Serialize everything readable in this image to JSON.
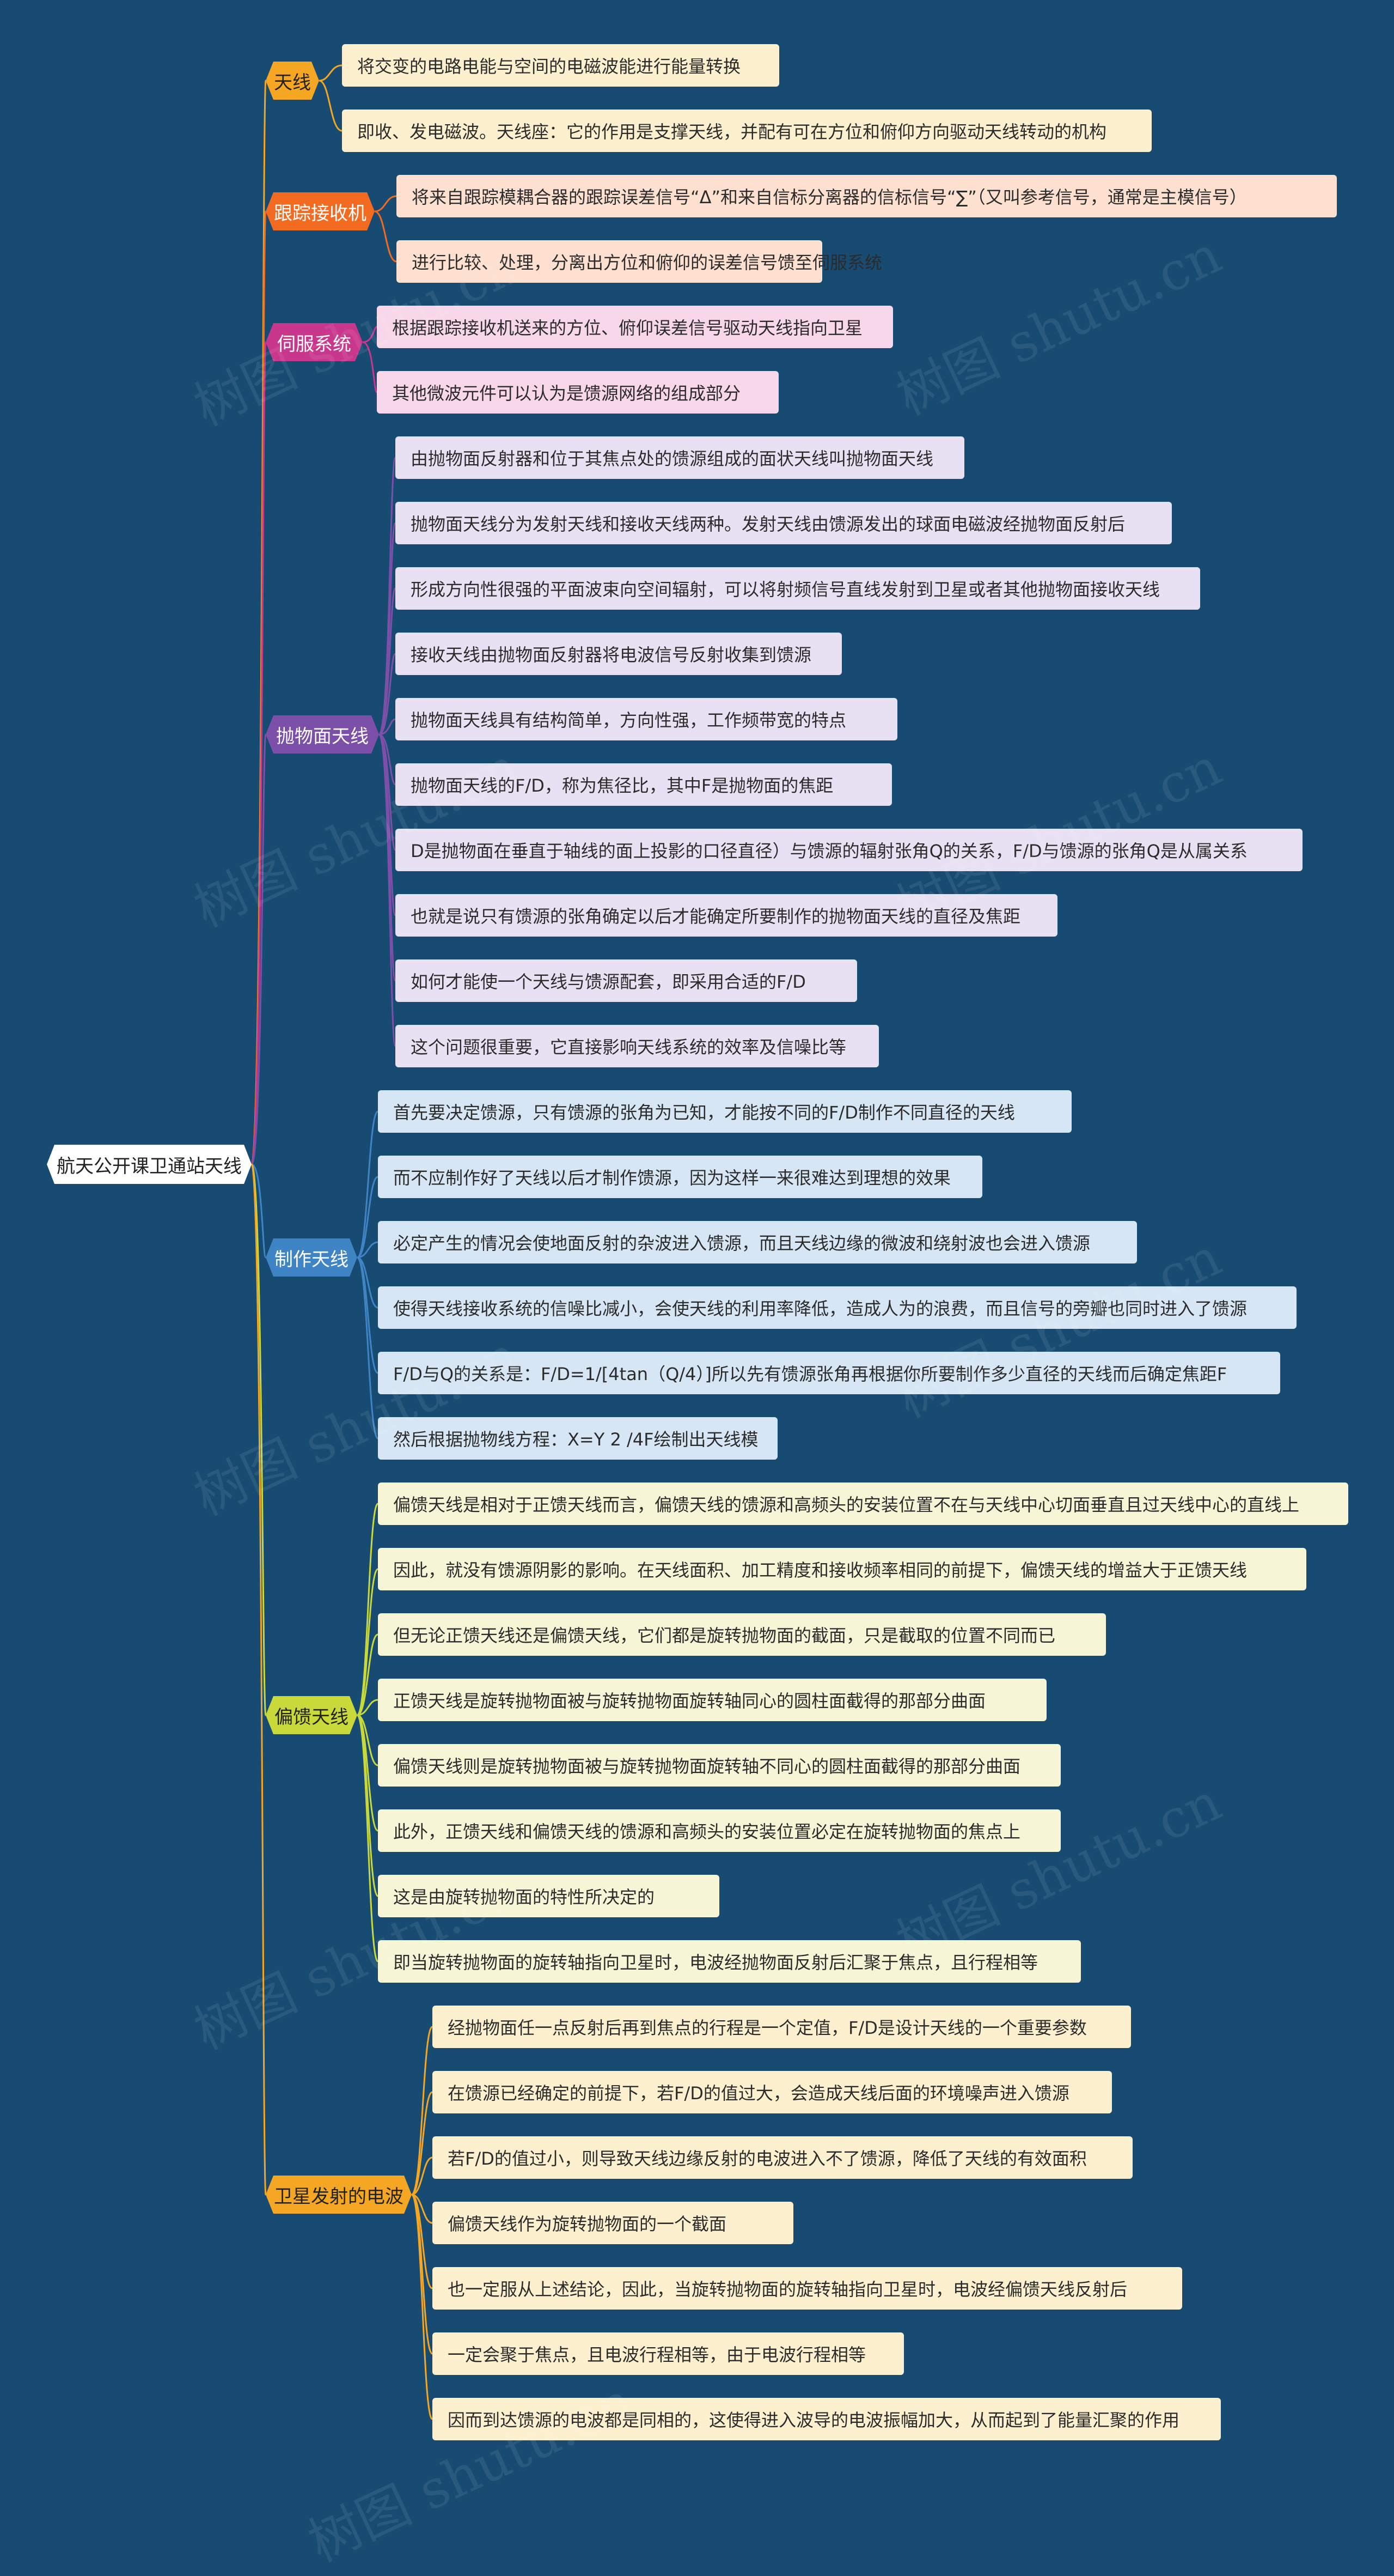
{
  "title": "航天公开课卫通站天线",
  "watermark": "树图 shutu.cn",
  "branches": [
    {
      "label": "天线",
      "color": "#f5a623",
      "textColor": "#222",
      "leafBg": "#fdf0cf",
      "leaves": [
        "将交变的电路电能与空间的电磁波能进行能量转换",
        "即收、发电磁波。天线座：它的作用是支撑天线，并配有可在方位和俯仰方向驱动天线转动的机构"
      ]
    },
    {
      "label": "跟踪接收机",
      "color": "#f26b21",
      "textColor": "#fff",
      "leafBg": "#fde0d0",
      "leaves": [
        "将来自跟踪模耦合器的跟踪误差信号“Δ”和来自信标分离器的信标信号“∑”（又叫参考信号，通常是主模信号）",
        "进行比较、处理，分离出方位和俯仰的误差信号馈至伺服系统"
      ]
    },
    {
      "label": "伺服系统",
      "color": "#c8378c",
      "textColor": "#fff",
      "leafBg": "#f8d7ea",
      "leaves": [
        "根据跟踪接收机送来的方位、俯仰误差信号驱动天线指向卫星",
        "其他微波元件可以认为是馈源网络的组成部分"
      ]
    },
    {
      "label": "抛物面天线",
      "color": "#7c4fa8",
      "textColor": "#fff",
      "leafBg": "#e8e1f3",
      "leaves": [
        "由抛物面反射器和位于其焦点处的馈源组成的面状天线叫抛物面天线",
        "抛物面天线分为发射天线和接收天线两种。发射天线由馈源发出的球面电磁波经抛物面反射后",
        "形成方向性很强的平面波束向空间辐射，可以将射频信号直线发射到卫星或者其他抛物面接收天线",
        "接收天线由抛物面反射器将电波信号反射收集到馈源",
        "抛物面天线具有结构简单，方向性强，工作频带宽的特点",
        "抛物面天线的F/D，称为焦径比，其中F是抛物面的焦距",
        "D是抛物面在垂直于轴线的面上投影的口径直径）与馈源的辐射张角Q的关系，F/D与馈源的张角Q是从属关系",
        "也就是说只有馈源的张角确定以后才能确定所要制作的抛物面天线的直径及焦距",
        "如何才能使一个天线与馈源配套，即采用合适的F/D",
        "这个问题很重要，它直接影响天线系统的效率及信噪比等"
      ]
    },
    {
      "label": "制作天线",
      "color": "#3f85c6",
      "textColor": "#fff",
      "leafBg": "#d6e6f5",
      "leaves": [
        "首先要决定馈源，只有馈源的张角为已知，才能按不同的F/D制作不同直径的天线",
        "而不应制作好了天线以后才制作馈源，因为这样一来很难达到理想的效果",
        "必定产生的情况会使地面反射的杂波进入馈源，而且天线边缘的微波和绕射波也会进入馈源",
        "使得天线接收系统的信噪比减小，会使天线的利用率降低，造成人为的浪费，而且信号的旁瓣也同时进入了馈源",
        "F/D与Q的关系是：F/D=1/[4tan（Q/4）]所以先有馈源张角再根据你所要制作多少直径的天线而后确定焦距F",
        "然后根据抛物线方程：X=Y 2 /4F绘制出天线模"
      ]
    },
    {
      "label": "偏馈天线",
      "color": "#c9d93a",
      "textColor": "#222",
      "leafBg": "#f6f6d6",
      "leaves": [
        "偏馈天线是相对于正馈天线而言，偏馈天线的馈源和高频头的安装位置不在与天线中心切面垂直且过天线中心的直线上",
        "因此，就没有馈源阴影的影响。在天线面积、加工精度和接收频率相同的前提下，偏馈天线的增益大于正馈天线",
        "但无论正馈天线还是偏馈天线，它们都是旋转抛物面的截面，只是截取的位置不同而已",
        "正馈天线是旋转抛物面被与旋转抛物面旋转轴同心的圆柱面截得的那部分曲面",
        "偏馈天线则是旋转抛物面被与旋转抛物面旋转轴不同心的圆柱面截得的那部分曲面",
        "此外，正馈天线和偏馈天线的馈源和高频头的安装位置必定在旋转抛物面的焦点上",
        "这是由旋转抛物面的特性所决定的",
        "即当旋转抛物面的旋转轴指向卫星时，电波经抛物面反射后汇聚于焦点，且行程相等"
      ]
    },
    {
      "label": "卫星发射的电波",
      "color": "#f5a623",
      "textColor": "#222",
      "leafBg": "#fdf0cf",
      "leaves": [
        "经抛物面任一点反射后再到焦点的行程是一个定值，F/D是设计天线的一个重要参数",
        "在馈源已经确定的前提下，若F/D的值过大，会造成天线后面的环境噪声进入馈源",
        "若F/D的值过小，则导致天线边缘反射的电波进入不了馈源，降低了天线的有效面积",
        "偏馈天线作为旋转抛物面的一个截面",
        "也一定服从上述结论，因此，当旋转抛物面的旋转轴指向卫星时，电波经偏馈天线反射后",
        "一定会聚于焦点，且电波行程相等，由于电波行程相等",
        "因而到达馈源的电波都是同相的，这使得进入波导的电波振幅加大，从而起到了能量汇聚的作用"
      ]
    }
  ]
}
